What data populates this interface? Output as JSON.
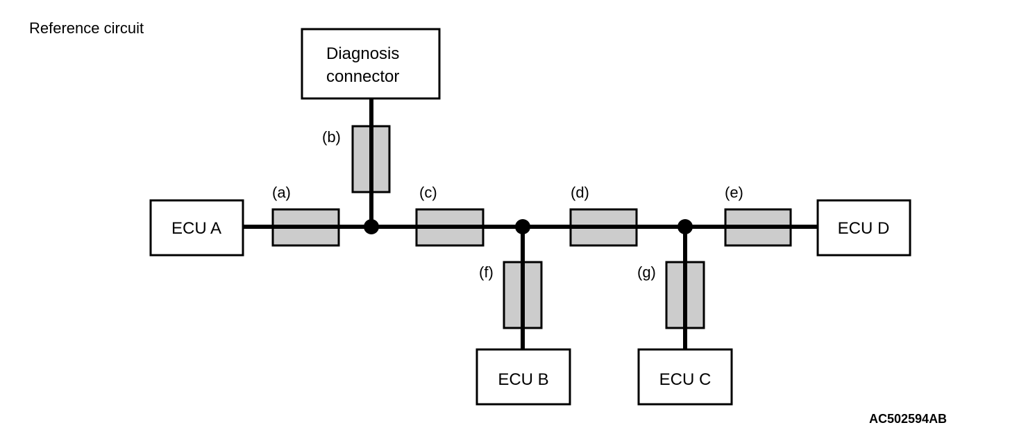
{
  "title": "Reference circuit",
  "figure_code": "AC502594AB",
  "colors": {
    "line": "#000000",
    "resistor_fill": "#cccccc",
    "box_fill": "#ffffff"
  },
  "nodes": {
    "diag": {
      "line1": "Diagnosis",
      "line2": "connector"
    },
    "ecu_a": "ECU A",
    "ecu_b": "ECU B",
    "ecu_c": "ECU C",
    "ecu_d": "ECU D"
  },
  "resistors": {
    "a": "(a)",
    "b": "(b)",
    "c": "(c)",
    "d": "(d)",
    "e": "(e)",
    "f": "(f)",
    "g": "(g)"
  },
  "connections": [
    {
      "from": "ECU A",
      "to": "junction-1",
      "via": "(a)"
    },
    {
      "from": "Diagnosis connector",
      "to": "junction-1",
      "via": "(b)"
    },
    {
      "from": "junction-1",
      "to": "junction-2",
      "via": "(c)"
    },
    {
      "from": "junction-2",
      "to": "junction-3",
      "via": "(d)"
    },
    {
      "from": "junction-3",
      "to": "ECU D",
      "via": "(e)"
    },
    {
      "from": "junction-2",
      "to": "ECU B",
      "via": "(f)"
    },
    {
      "from": "junction-3",
      "to": "ECU C",
      "via": "(g)"
    }
  ]
}
